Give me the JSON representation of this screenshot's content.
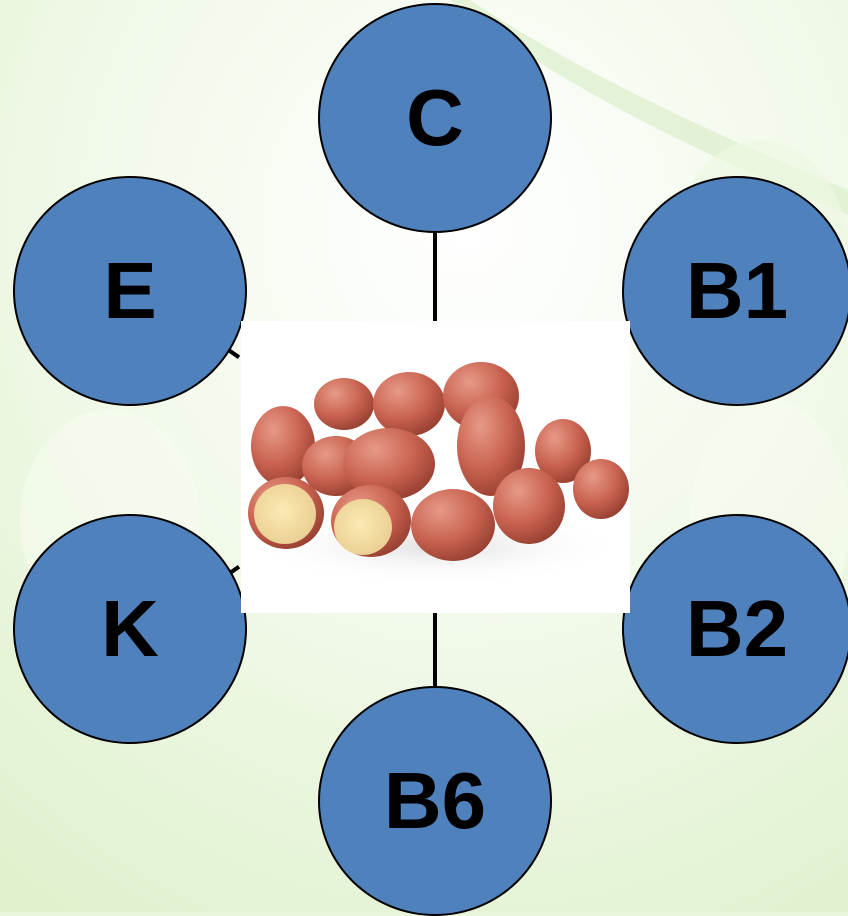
{
  "colors": {
    "background": "#e9f6dc",
    "node_fill": "#4f81bd",
    "node_border": "#000000",
    "label_text": "#000000",
    "connector": "#000000"
  },
  "center": {
    "icon": "potatoes-image"
  },
  "nodes": {
    "top": "C",
    "top_left": "E",
    "top_right": "B1",
    "bottom_left": "K",
    "bottom_right": "B2",
    "bottom": "B6"
  }
}
